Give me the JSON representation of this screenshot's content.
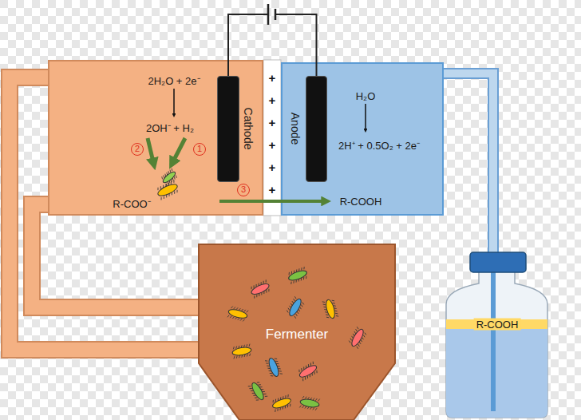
{
  "diagram": {
    "nodes": [
      {
        "text": [
          "2H₂O + 2e⁻",
          "2OH⁻ + H₂",
          "R-COO⁻"
        ]
      },
      {
        "text": [
          "Cathode"
        ],
        "in": 0
      },
      {
        "text": [
          "H₂O",
          "2H⁺ + 0.5O₂ + 2e⁻",
          "R-COOH"
        ]
      },
      {
        "text": [
          "Anode"
        ],
        "in": 2
      },
      {
        "text": [
          "Fermenter"
        ]
      },
      {
        "text": [
          "R-COOH"
        ]
      }
    ],
    "edges": [
      {
        "from": 0,
        "to": 4,
        "arrow": "none"
      },
      {
        "from": 0,
        "to": 4,
        "arrow": "none"
      },
      {
        "from": 2,
        "to": 5,
        "arrow": "none"
      }
    ],
    "labels": [
      "2",
      "1",
      "3",
      "+",
      "+",
      "+",
      "+",
      "+",
      "+"
    ]
  }
}
